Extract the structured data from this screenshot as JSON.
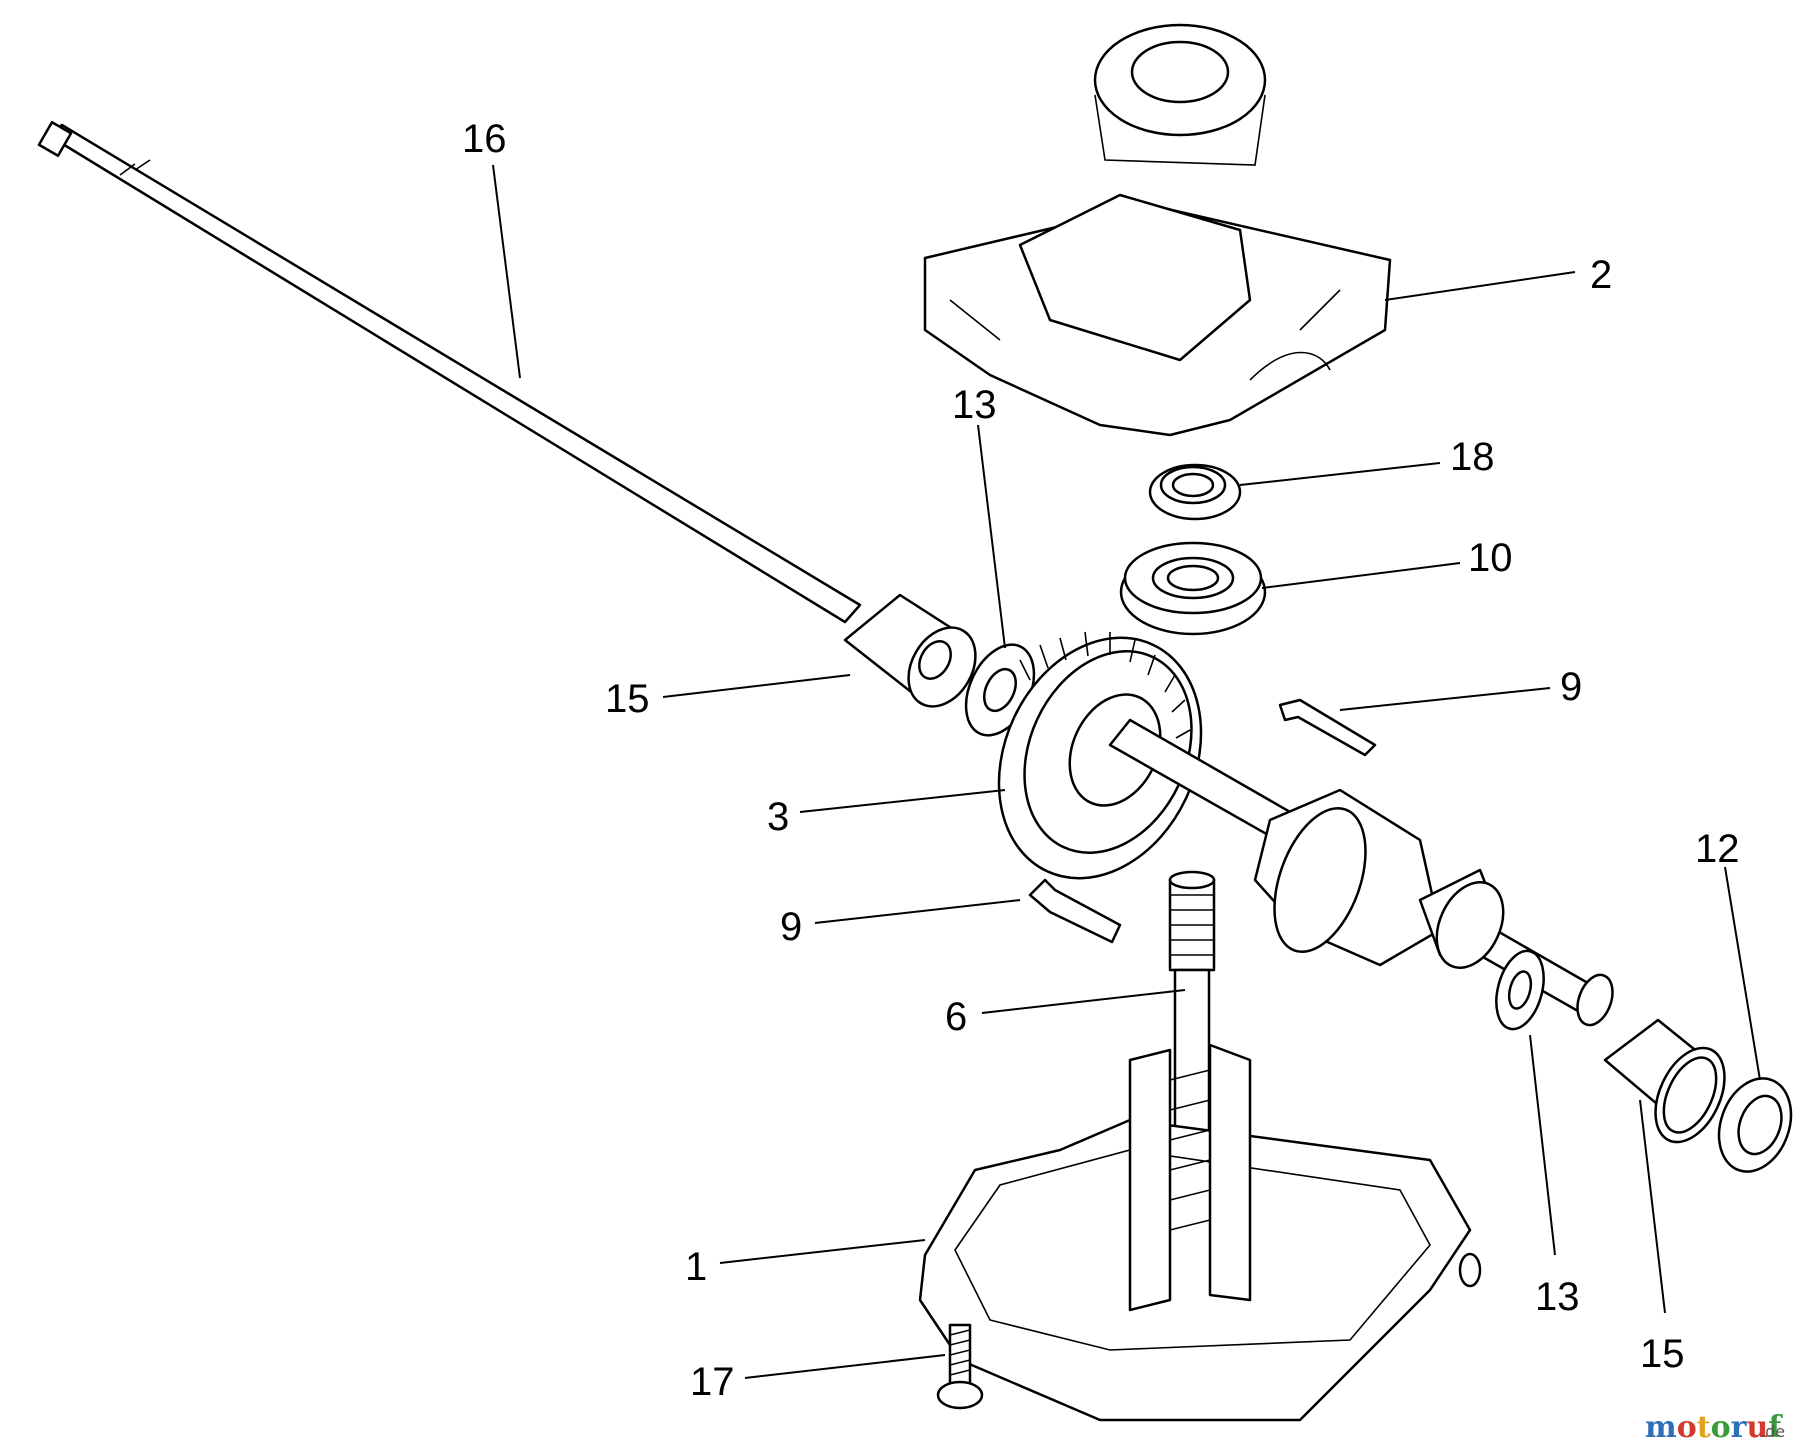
{
  "diagram": {
    "callouts": [
      {
        "id": "c16",
        "label": "16"
      },
      {
        "id": "c2",
        "label": "2"
      },
      {
        "id": "c13a",
        "label": "13"
      },
      {
        "id": "c18",
        "label": "18"
      },
      {
        "id": "c10",
        "label": "10"
      },
      {
        "id": "c15a",
        "label": "15"
      },
      {
        "id": "c9a",
        "label": "9"
      },
      {
        "id": "c3",
        "label": "3"
      },
      {
        "id": "c12",
        "label": "12"
      },
      {
        "id": "c9b",
        "label": "9"
      },
      {
        "id": "c6",
        "label": "6"
      },
      {
        "id": "c1",
        "label": "1"
      },
      {
        "id": "c13b",
        "label": "13"
      },
      {
        "id": "c15b",
        "label": "15"
      },
      {
        "id": "c17",
        "label": "17"
      }
    ]
  },
  "watermark": {
    "letters": [
      "m",
      "o",
      "t",
      "o",
      "r",
      "u",
      "f"
    ],
    "letter_colors": [
      "#2e6fb7",
      "#d33a2c",
      "#e0a21a",
      "#3a9a3a",
      "#2e6fb7",
      "#d33a2c",
      "#3a9a3a"
    ],
    "suffix": ".de"
  }
}
